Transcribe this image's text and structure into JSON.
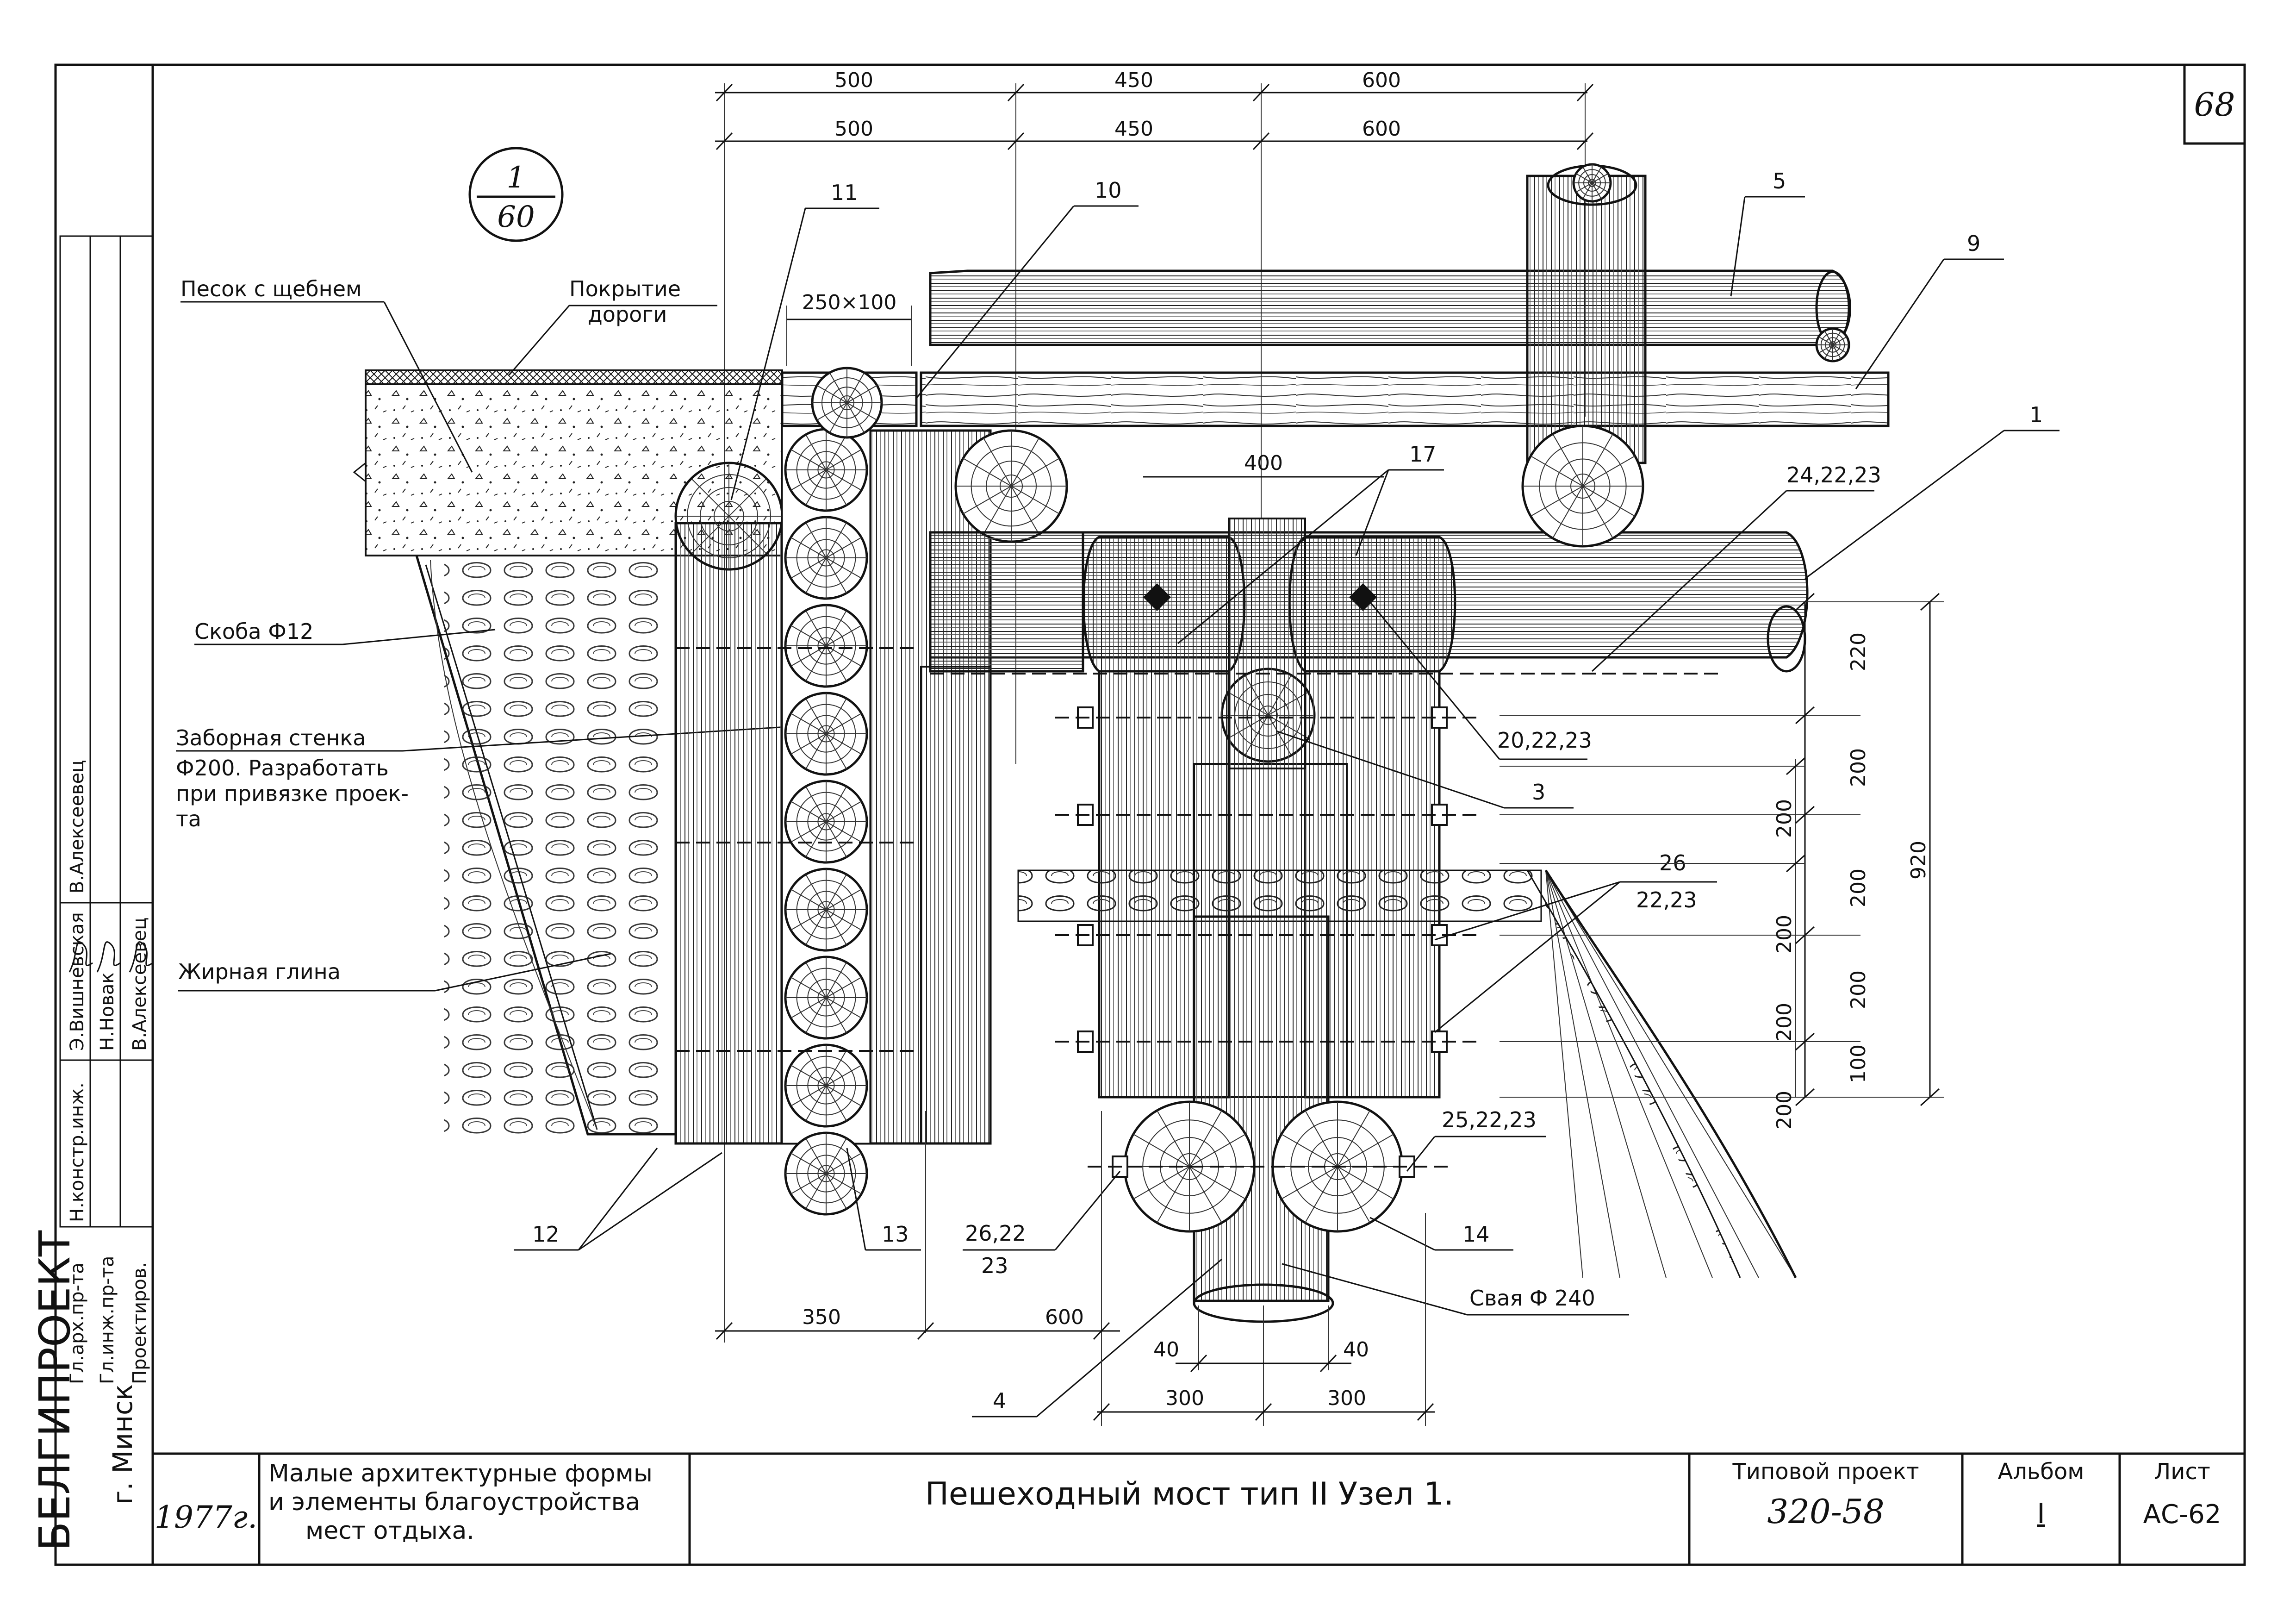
{
  "sheet_number": "68",
  "section_mark": {
    "top": "1",
    "bottom": "60"
  },
  "top_dimensions": {
    "row1": [
      "500",
      "450",
      "600"
    ],
    "row2": [
      "500",
      "450",
      "600"
    ]
  },
  "small_dim_250x100": "250×100",
  "dim_400": "400",
  "labels": {
    "sand": "Песок с щебнем",
    "road_cover_1": "Покрытие",
    "road_cover_2": "дороги",
    "bracket": "Скоба Ф12",
    "fence_1": "Заборная стенка",
    "fence_2": "Ф200. Разработать",
    "fence_3": "при привязке проек-",
    "fence_4": "та",
    "clay": "Жирная глина",
    "pile": "Свая Ф 240"
  },
  "callouts": {
    "c1": "1",
    "c3": "3",
    "c4": "4",
    "c5": "5",
    "c9": "9",
    "c10": "10",
    "c11": "11",
    "c12": "12",
    "c13": "13",
    "c14": "14",
    "c17": "17",
    "c24": "24,22,23",
    "c20": "20,22,23",
    "c26": "26",
    "c2223": "22,23",
    "c25": "25,22,23",
    "c2622_top": "26,22",
    "c2622_bottom": "23"
  },
  "right_dimensions": {
    "inner": [
      "200",
      "200",
      "200",
      "200"
    ],
    "outer": [
      "220",
      "200",
      "200",
      "200",
      "100"
    ],
    "total": "920"
  },
  "bottom_dimensions": {
    "d350": "350",
    "d600": "600",
    "d40a": "40",
    "d40b": "40",
    "d300a": "300",
    "d300b": "300"
  },
  "side_stamp": {
    "org": "БЕЛГИПРОЕКТ",
    "city": "г. Минск",
    "roles": [
      "Гл.арх.пр-та",
      "Гл.инж.пр-та",
      "Проектиров."
    ],
    "names": [
      "Э.Вишневская",
      "Н.Новак",
      "В.Алексеевец"
    ],
    "top_role": "Н.констр.инж.",
    "top_name": "В.Алексеевец"
  },
  "title_block": {
    "year": "1977г.",
    "description_1": "Малые архитектурные формы",
    "description_2": "и элементы благоустройства",
    "description_3": "мест отдыха.",
    "title": "Пешеходный мост тип II Узел 1.",
    "project_label": "Типовой проект",
    "project_number": "320-58",
    "album_label": "Альбом",
    "album_value": "I",
    "sheet_label": "Лист",
    "sheet_value": "АС-62"
  }
}
